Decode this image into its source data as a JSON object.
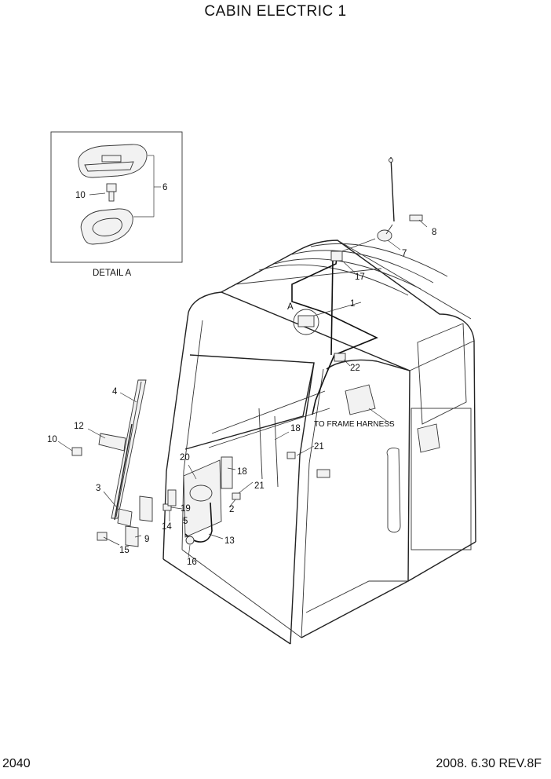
{
  "page": {
    "title": "CABIN ELECTRIC 1",
    "page_number": "2040",
    "revision": "2008. 6.30 REV.8F"
  },
  "detail": {
    "label": "DETAIL A",
    "callouts": [
      "10",
      "6"
    ]
  },
  "diagram": {
    "view_marker": "A",
    "harness_note": "TO FRAME HARNESS",
    "callouts": {
      "c1": "1",
      "c2": "2",
      "c3": "3",
      "c4": "4",
      "c5": "5",
      "c7": "7",
      "c8": "8",
      "c9": "9",
      "c10": "10",
      "c12": "12",
      "c13": "13",
      "c14": "14",
      "c15": "15",
      "c16": "16",
      "c17": "17",
      "c18a": "18",
      "c18b": "18",
      "c19": "19",
      "c20": "20",
      "c21a": "21",
      "c21b": "21",
      "c22": "22"
    }
  }
}
